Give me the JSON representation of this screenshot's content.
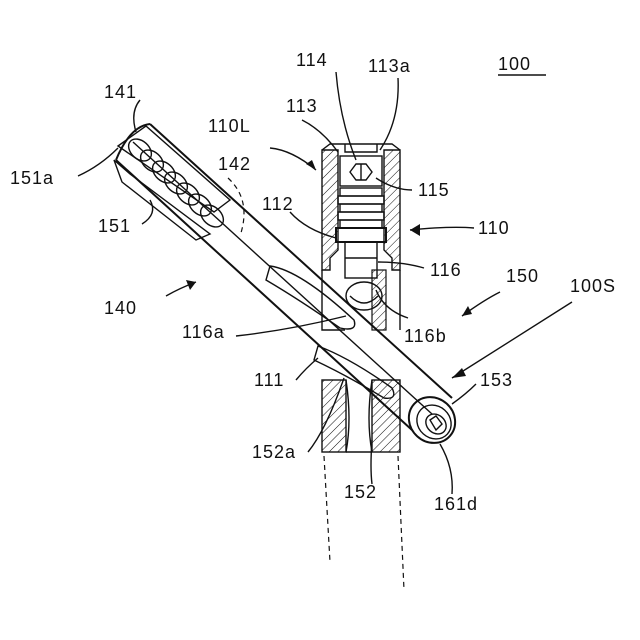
{
  "figure": {
    "main_label": "100",
    "labels": {
      "l114": "114",
      "l113a": "113a",
      "l141": "141",
      "l113": "113",
      "l110L": "110L",
      "l142": "142",
      "l151a": "151a",
      "l115": "115",
      "l112": "112",
      "l110": "110",
      "l151": "151",
      "l116": "116",
      "l150": "150",
      "l100S": "100S",
      "l140": "140",
      "l116a": "116a",
      "l116b": "116b",
      "l153": "153",
      "l111": "111",
      "l152a": "152a",
      "l152": "152",
      "l161d": "161d"
    }
  }
}
